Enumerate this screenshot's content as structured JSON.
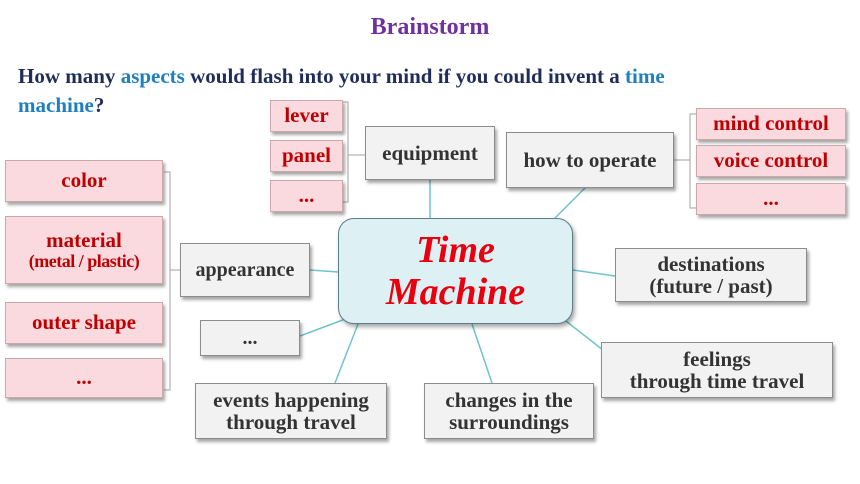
{
  "title": "Brainstorm",
  "question": {
    "part1": "How many ",
    "highlight1": "aspects",
    "part2": " would flash into your mind if you could invent a ",
    "highlight2": "time",
    "highlight3": "machine",
    "part3": "?"
  },
  "center": {
    "line1": "Time",
    "line2": "Machine"
  },
  "branches": {
    "equipment": "equipment",
    "how_to_operate": "how to operate",
    "appearance": "appearance",
    "destinations_line1": "destinations",
    "destinations_line2": "(future / past)",
    "feelings_line1": "feelings",
    "feelings_line2": "through time travel",
    "changes_line1": "changes in the",
    "changes_line2": "surroundings",
    "events_line1": "events happening",
    "events_line2": "through travel",
    "more": "..."
  },
  "equipment_items": [
    "lever",
    "panel",
    "..."
  ],
  "operate_items": [
    "mind control",
    "voice control",
    "..."
  ],
  "appearance_items": {
    "color": "color",
    "material_line1": "material",
    "material_line2": "(metal / plastic)",
    "outer_shape": "outer shape",
    "more": "..."
  },
  "colors": {
    "title": "#7030a0",
    "question_text": "#1f2d5a",
    "highlight": "#1f7fc0",
    "center_text": "#e8000f",
    "center_fill": "#ddf0f4",
    "pink_fill": "#fad9df",
    "pink_text": "#c00000",
    "connector": "#6fc3cf"
  }
}
